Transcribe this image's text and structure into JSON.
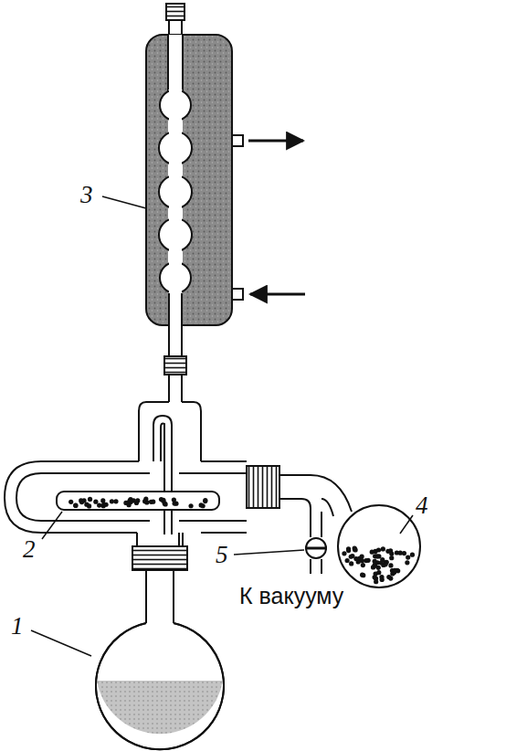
{
  "diagram": {
    "labels": [
      "3",
      "2",
      "5",
      "4",
      "1",
      "К вакууму"
    ]
  }
}
